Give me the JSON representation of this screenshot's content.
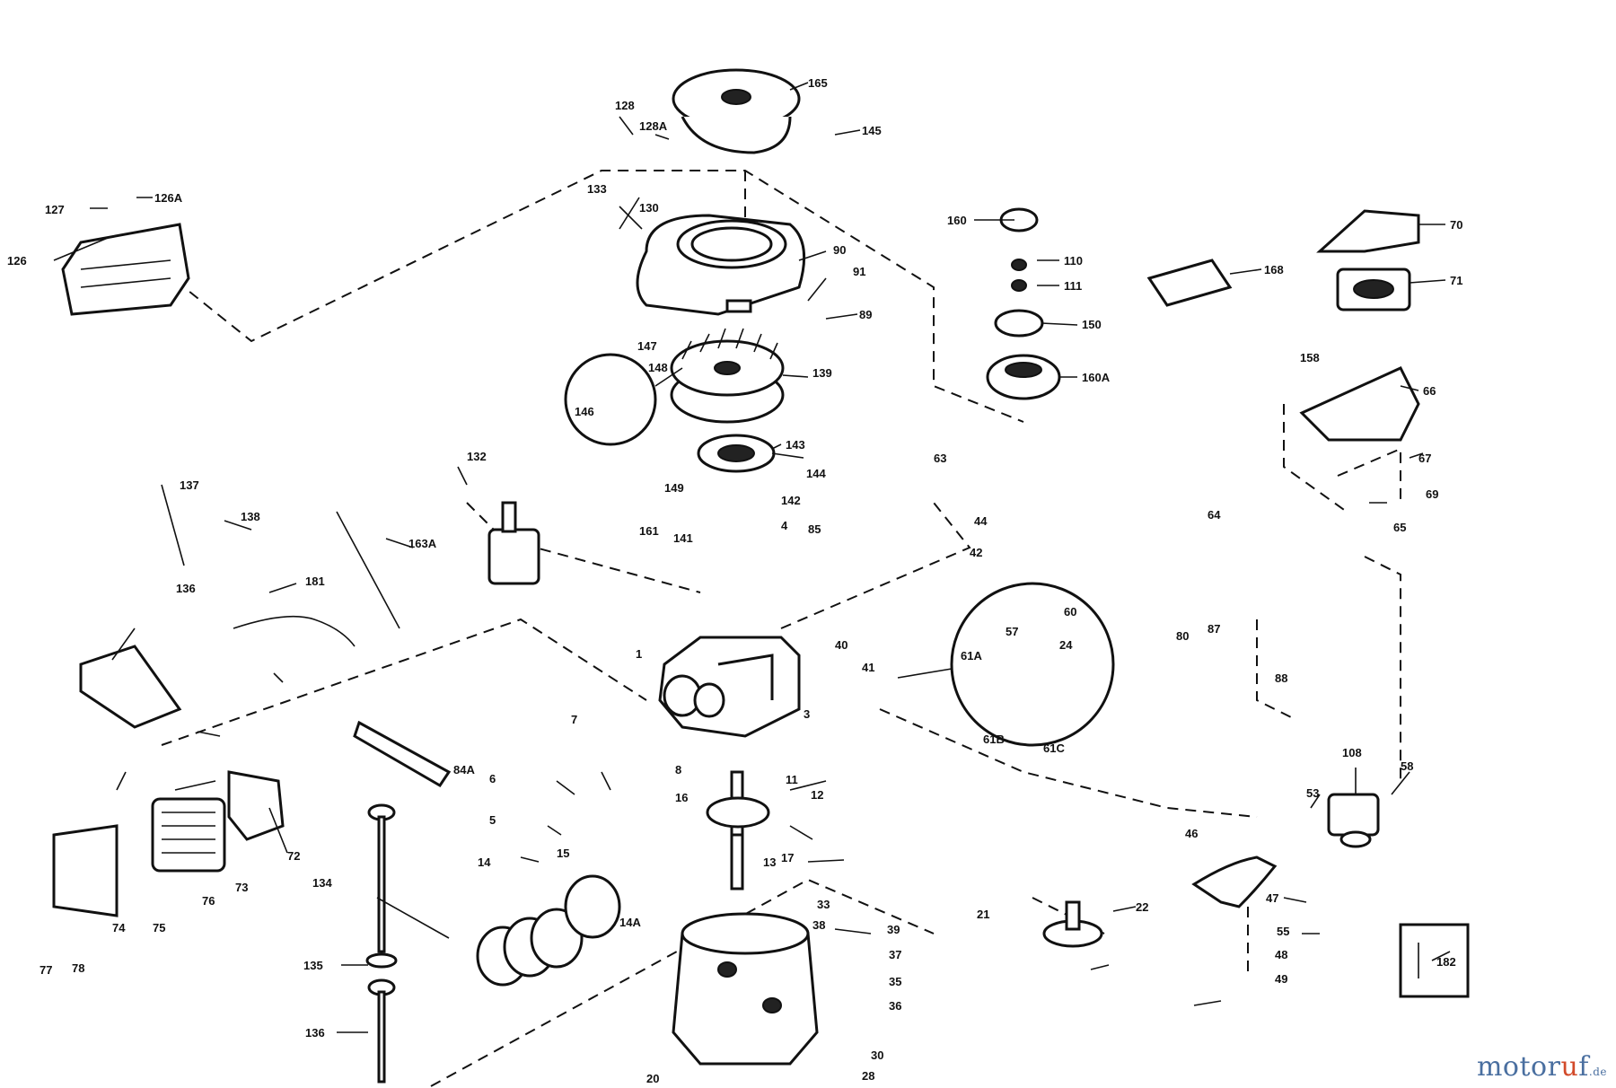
{
  "watermark": {
    "prefix": "motor",
    "accent": "u",
    "suffix": "f",
    "tld": ".de"
  },
  "labels": {
    "l165": "165",
    "l128": "128",
    "l128a": "128A",
    "l145": "145",
    "l127": "127",
    "l126a": "126A",
    "l126": "126",
    "l133": "133",
    "l130": "130",
    "l90": "90",
    "l91": "91",
    "l160": "160",
    "l110": "110",
    "l111": "111",
    "l168": "168",
    "l70": "70",
    "l71": "71",
    "l150": "150",
    "l89": "89",
    "l147": "147",
    "l146": "146",
    "l148": "148",
    "l139": "139",
    "l160a": "160A",
    "l158": "158",
    "l67": "67",
    "l66": "66",
    "l143": "143",
    "l144": "144",
    "l149": "149",
    "l69": "69",
    "l142": "142",
    "l161": "161",
    "l141": "141",
    "l4": "4",
    "l85": "85",
    "l65": "65",
    "l63": "63",
    "l44": "44",
    "l42": "42",
    "l132": "132",
    "l136": "136",
    "l137": "137",
    "l138": "138",
    "l181": "181",
    "l163a": "163A",
    "l40": "40",
    "l41": "41",
    "l61a": "61A",
    "l57": "57",
    "l60": "60",
    "l61b": "61B",
    "l61c": "61C",
    "l24": "24",
    "l1": "1",
    "l7": "7",
    "l3": "3",
    "l6": "6",
    "l8": "8",
    "l11": "11",
    "l12": "12",
    "l84a": "84A",
    "l5": "5",
    "l16": "16",
    "l15": "15",
    "l14": "14",
    "l13": "13",
    "l17": "17",
    "l14a": "14A",
    "l33": "33",
    "l38": "38",
    "l39": "39",
    "l37": "37",
    "l35": "35",
    "l36": "36",
    "l30": "30",
    "l20": "20",
    "l21": "21",
    "l22": "22",
    "l28": "28",
    "l134": "134",
    "l135": "135",
    "l108": "108",
    "l53": "53",
    "l46": "46",
    "l47": "47",
    "l48": "48",
    "l55": "55",
    "l182": "182",
    "l80": "80",
    "l87": "87",
    "l88": "88",
    "l72": "72",
    "l73": "73",
    "l74": "74",
    "l75": "75",
    "l76": "76",
    "l77": "77",
    "l78": "78",
    "l64": "64",
    "l58": "58",
    "l49": "49"
  }
}
